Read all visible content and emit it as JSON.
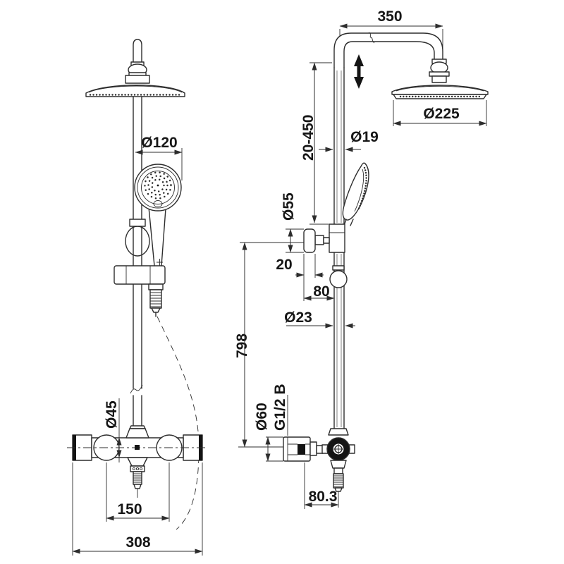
{
  "meta": {
    "background": "#ffffff",
    "line_color": "#2d2d2d",
    "text_color": "#161616",
    "drawing_type": "shower-column-technical-drawing"
  },
  "front_view": {
    "dimensions": {
      "hand_shower_diameter": "Ø120",
      "valve_body_diameter": "Ø45",
      "inlet_centres": "150",
      "overall_width": "308"
    }
  },
  "side_view": {
    "dimensions": {
      "arm_reach": "350",
      "head_diameter": "Ø225",
      "height_adjustment_range": "20-450",
      "upper_pipe_diameter": "Ø19",
      "bracket_disc_diameter": "Ø55",
      "bracket_disc_thickness": "20",
      "wall_to_pipe_offset": "80",
      "riser_height": "798",
      "lower_pipe_diameter": "Ø23",
      "valve_flange_diameter": "Ø60",
      "connection_thread": "G1/2 B",
      "wall_to_outlet_offset": "80.3"
    }
  }
}
